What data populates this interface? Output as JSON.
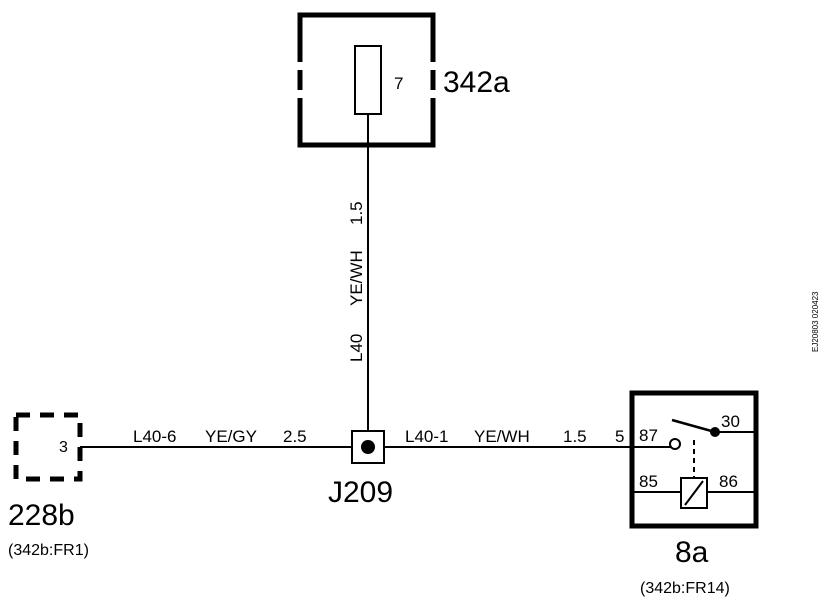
{
  "components": {
    "fuse_box": {
      "id": "342a",
      "fuse_number": "7"
    },
    "connector": {
      "id": "228b",
      "pin": "3",
      "ref": "(342b:FR1)"
    },
    "junction": {
      "id": "J209"
    },
    "relay": {
      "id": "8a",
      "ref": "(342b:FR14)",
      "connector_pin": "5",
      "terminals": {
        "t87": "87",
        "t30": "30",
        "t85": "85",
        "t86": "86"
      }
    }
  },
  "wires": {
    "vertical": {
      "circuit": "L40",
      "color": "YE/WH",
      "size": "1.5"
    },
    "left": {
      "circuit": "L40-6",
      "color": "YE/GY",
      "size": "2.5"
    },
    "right": {
      "circuit": "L40-1",
      "color": "YE/WH",
      "size": "1.5"
    }
  },
  "drawing_code": "EJ20803  020423"
}
